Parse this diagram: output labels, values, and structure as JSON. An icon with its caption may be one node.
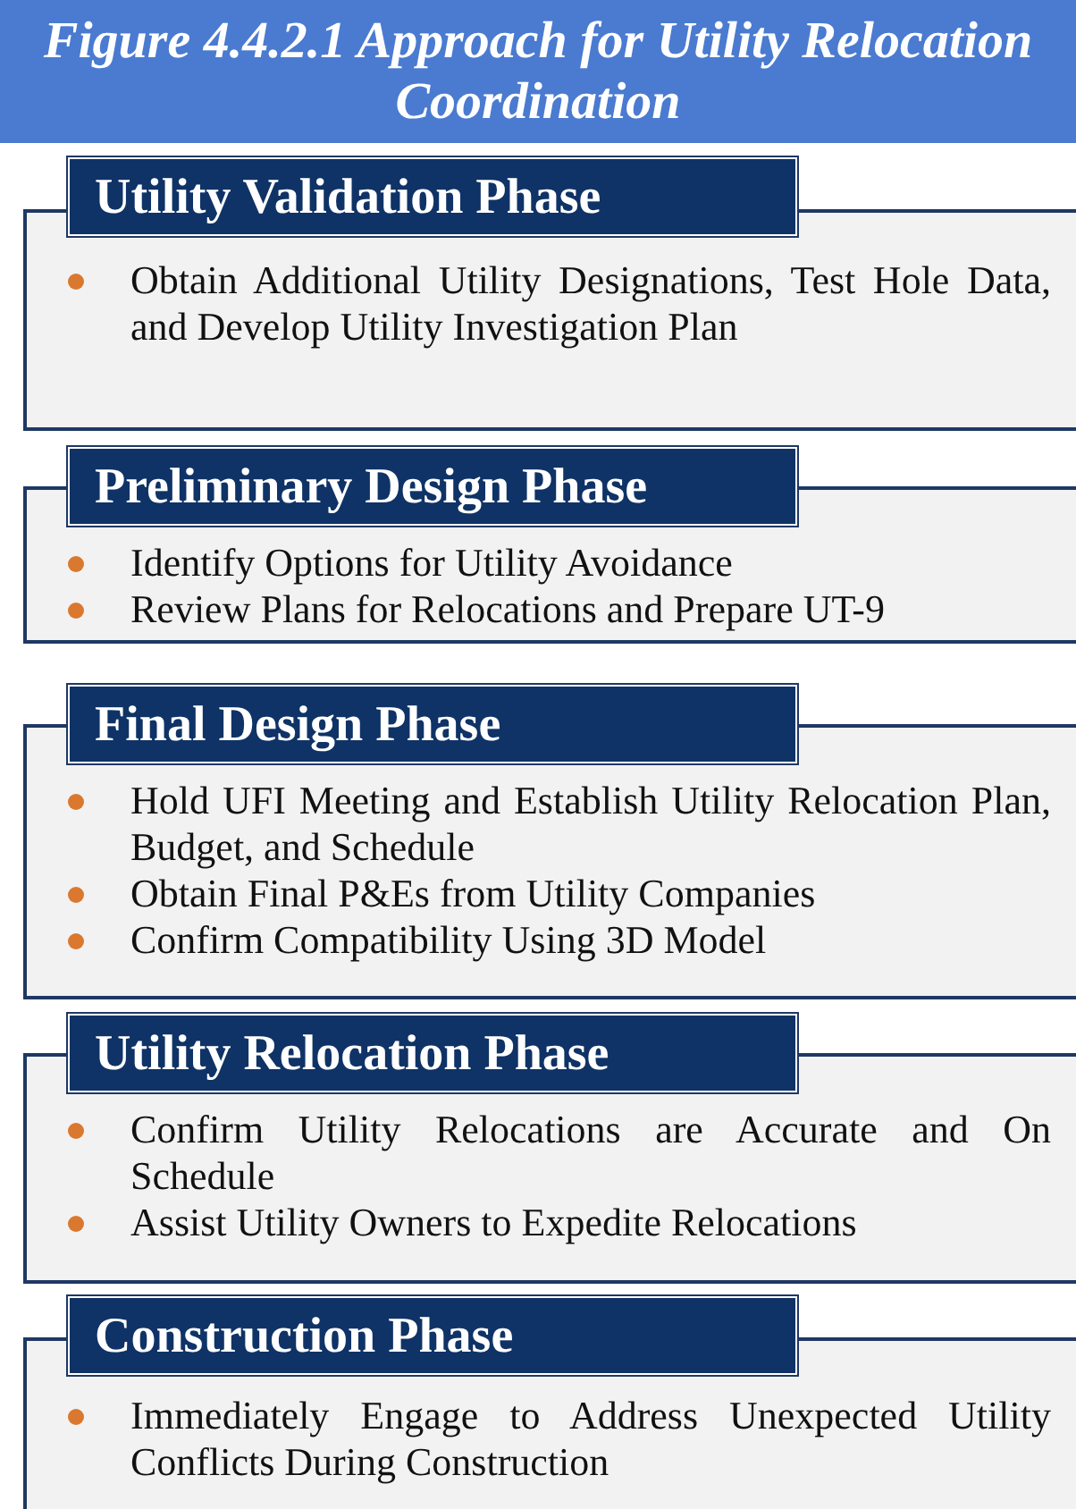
{
  "diagram": {
    "title": "Figure 4.4.2.1 Approach for Utility Relocation Coordination",
    "nodes": [
      {
        "text": [
          "Utility Validation Phase",
          "Obtain Additional Utility Designations, Test Hole Data, and Develop Utility Investigation Plan"
        ]
      },
      {
        "text": [
          "Preliminary Design Phase",
          "Identify Options for Utility Avoidance",
          "Review Plans for Relocations and Prepare UT-9"
        ]
      },
      {
        "text": [
          "Final Design Phase",
          "Hold UFI Meeting and Establish Utility Relocation Plan, Budget, and Schedule",
          "Obtain Final P&Es from Utility Companies",
          "Confirm Compatibility Using 3D Model"
        ]
      },
      {
        "text": [
          "Utility Relocation Phase",
          "Confirm Utility Relocations are Accurate and On Schedule",
          "Assist Utility Owners to Expedite Relocations"
        ]
      },
      {
        "text": [
          "Construction Phase",
          "Immediately Engage to Address Unexpected Utility Conflicts During Construction"
        ]
      }
    ]
  }
}
